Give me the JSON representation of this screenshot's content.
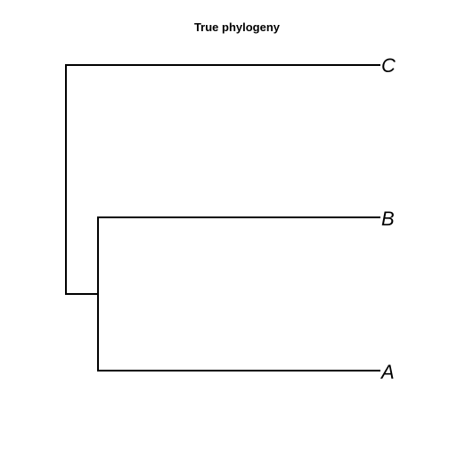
{
  "title": "True phylogeny",
  "tree": {
    "newick": "(C,(B,A));",
    "tips": [
      "C",
      "B",
      "A"
    ]
  },
  "colors": {
    "branch": "#000000",
    "background": "#ffffff"
  }
}
